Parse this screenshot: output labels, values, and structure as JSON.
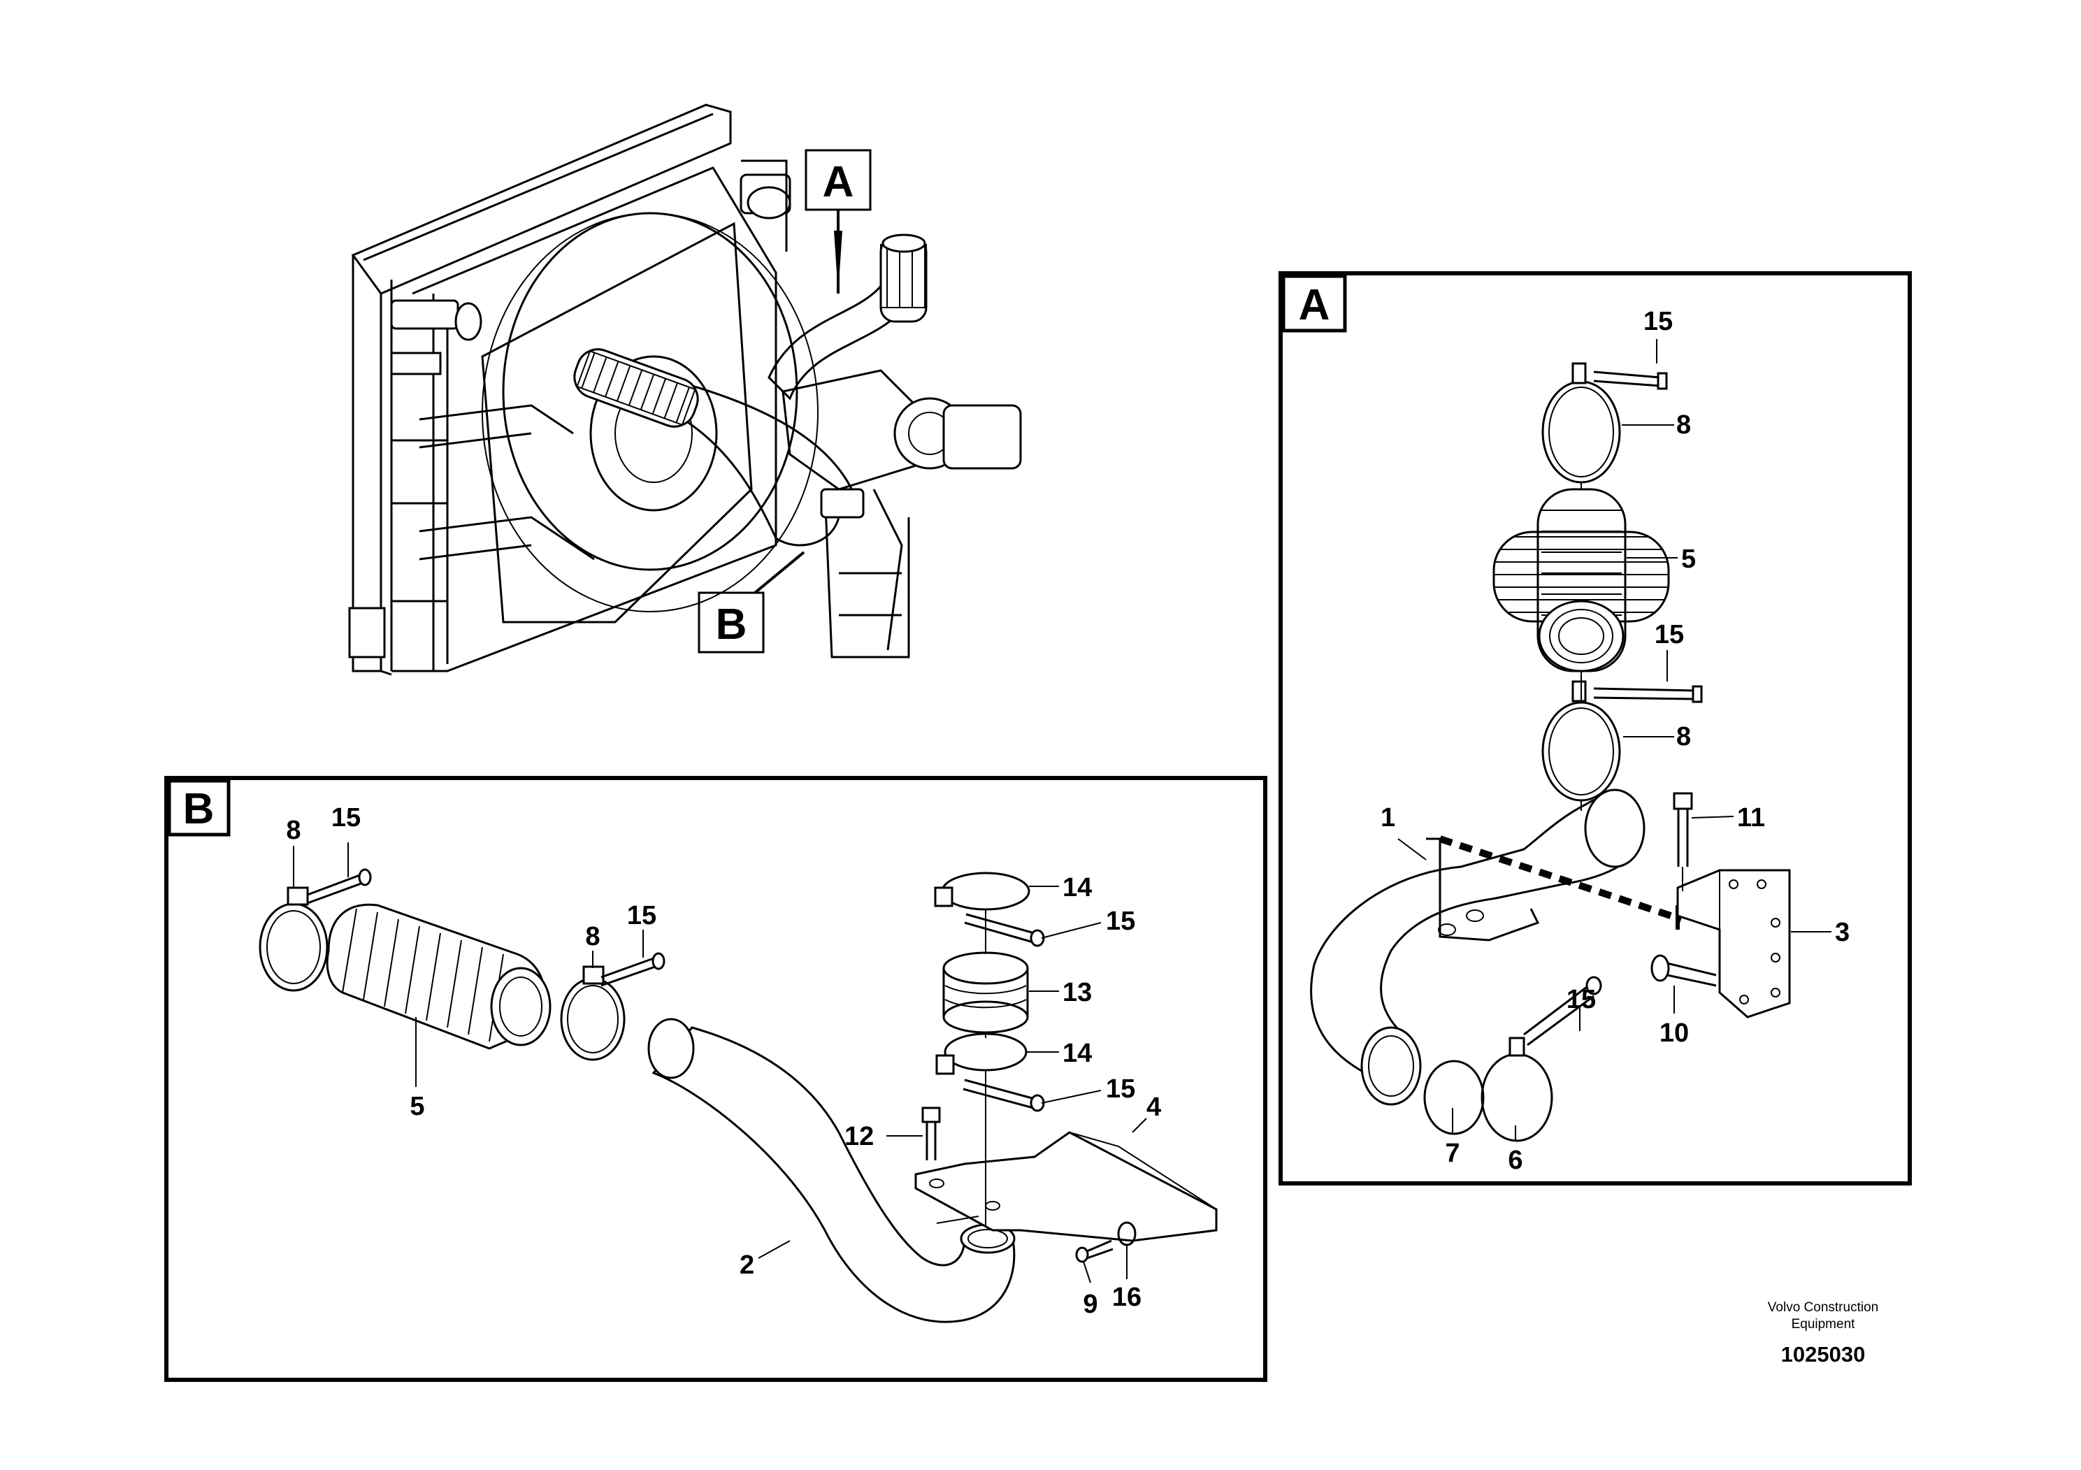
{
  "overview": {
    "detail_a_tag": "A",
    "detail_b_tag": "B"
  },
  "detail_a": {
    "tag": "A",
    "callouts": {
      "c15_top": "15",
      "c8_top": "8",
      "c5": "5",
      "c15_mid": "15",
      "c8_mid": "8",
      "c1": "1",
      "c11": "11",
      "c3": "3",
      "c10": "10",
      "c15_low": "15",
      "c7": "7",
      "c6": "6"
    }
  },
  "detail_b": {
    "tag": "B",
    "callouts": {
      "c8_left": "8",
      "c15_left": "15",
      "c5": "5",
      "c8_mid": "8",
      "c15_mid": "15",
      "c14_top": "14",
      "c15_r1": "15",
      "c13": "13",
      "c14_bot": "14",
      "c15_r2": "15",
      "c4": "4",
      "c12": "12",
      "c2": "2",
      "c9": "9",
      "c16": "16"
    }
  },
  "footer": {
    "credit_line1": "Volvo Construction",
    "credit_line2": "Equipment",
    "drawing_number": "1025030"
  }
}
